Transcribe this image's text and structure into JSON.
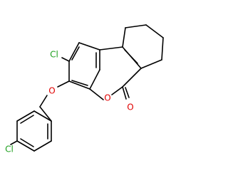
{
  "structure": {
    "atoms": [
      {
        "id": "cl_top",
        "label": "Cl"
      },
      {
        "id": "o_ether",
        "label": "O"
      },
      {
        "id": "o_ring",
        "label": "O"
      },
      {
        "id": "o_carbonyl",
        "label": "O"
      },
      {
        "id": "cl_bottom",
        "label": "Cl"
      }
    ]
  },
  "colors": {
    "bond": "#000000",
    "chlorine": "#1fa01f",
    "oxygen": "#e00000"
  }
}
